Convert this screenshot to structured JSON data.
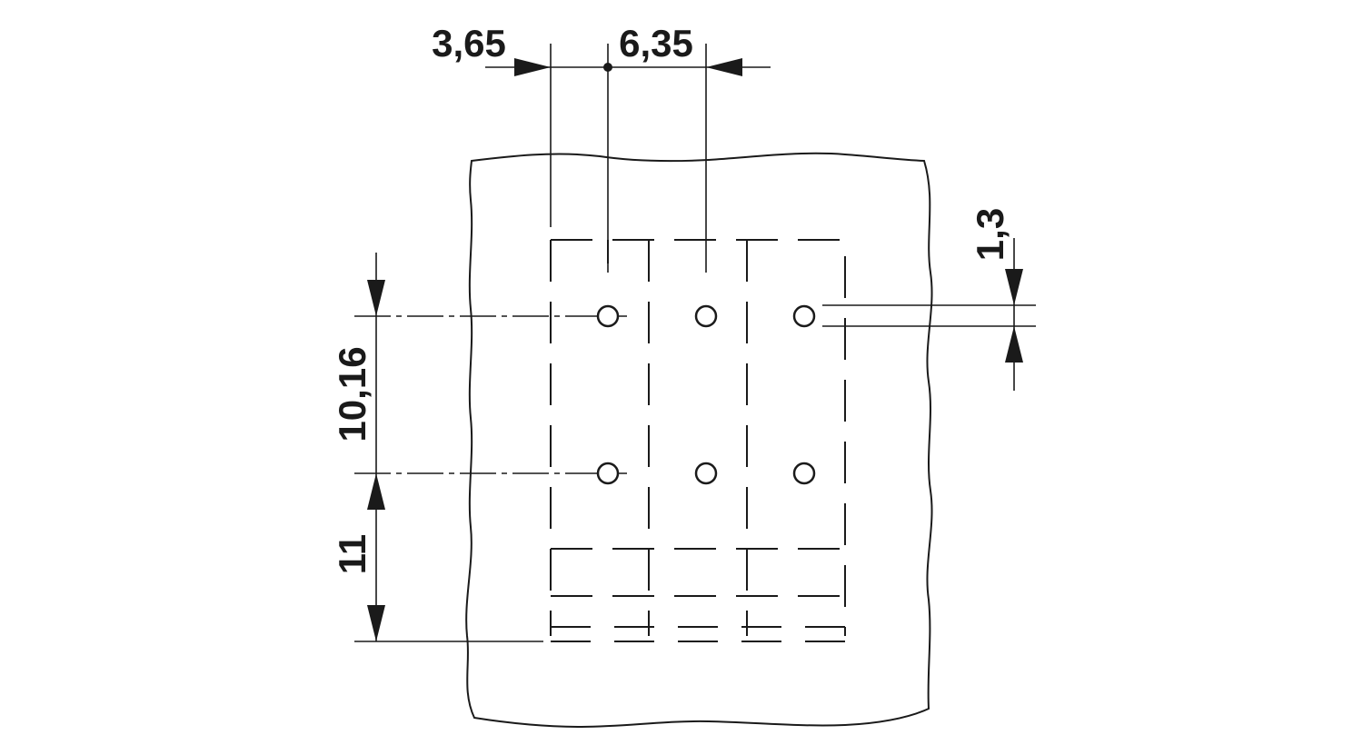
{
  "dimensions": {
    "offset_left": "3,65",
    "pitch_horizontal": "6,35",
    "hole_diameter": "1,3",
    "pitch_vertical": "10,16",
    "offset_bottom": "11"
  }
}
